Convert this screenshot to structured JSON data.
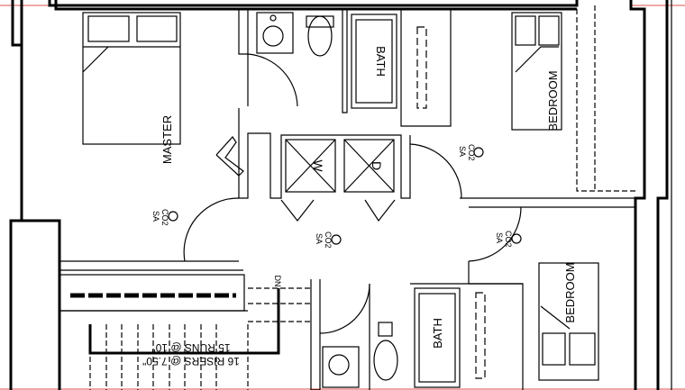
{
  "rooms": {
    "master": "MASTER",
    "bath_top": "BATH",
    "bedroom_top": "BEDROOM",
    "bedroom_bottom": "BEDROOM",
    "bath_bottom": "BATH"
  },
  "appliances": {
    "washer": "W",
    "dryer": "D"
  },
  "detectors": [
    {
      "line1": "CO2",
      "line2": "SA"
    },
    {
      "line1": "CO2",
      "line2": "SA"
    },
    {
      "line1": "CO2",
      "line2": "SA"
    },
    {
      "line1": "CO2",
      "line2": "SA"
    }
  ],
  "stairs": {
    "direction": "DN",
    "runs": "15 RUNS @ 10\"",
    "risers": "16 RISERS @ 7.50\""
  },
  "colors": {
    "line": "#000000",
    "reference_line": "#e05050"
  }
}
